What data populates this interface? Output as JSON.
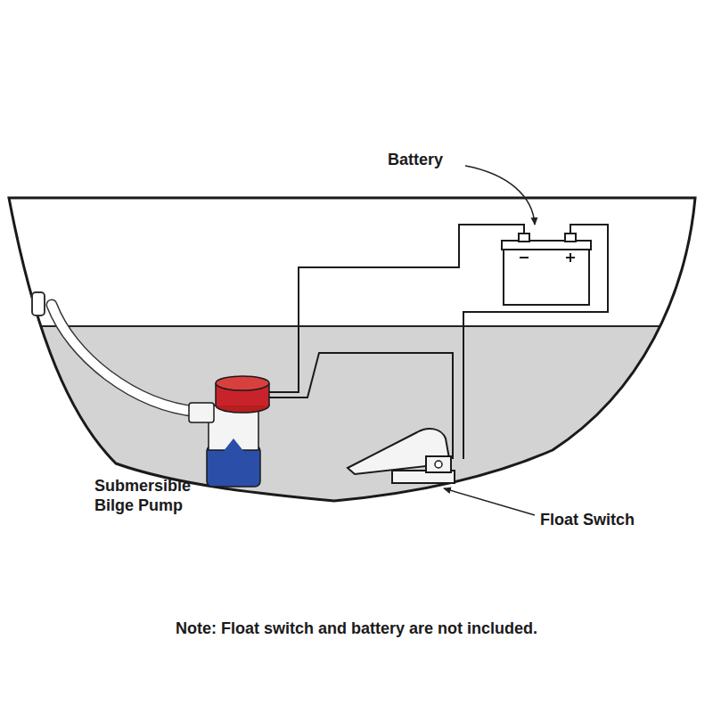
{
  "diagram": {
    "labels": [
      "Battery",
      "Submersible Bilge Pump",
      "Float Switch",
      "Note: Float switch and battery are not included."
    ]
  }
}
